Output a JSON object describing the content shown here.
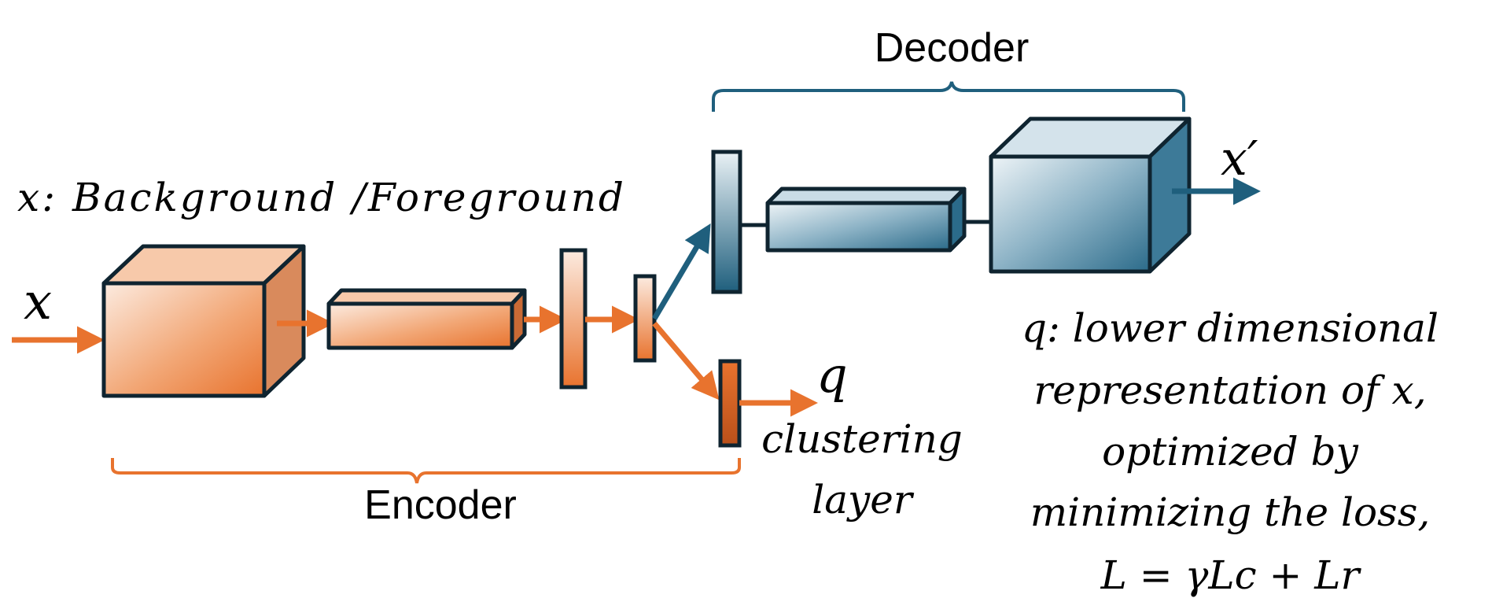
{
  "labels": {
    "decoder": "Decoder",
    "encoder": "Encoder",
    "input_var": "x",
    "output_var": "x′",
    "q_var": "q",
    "input_desc": "x: Background /Foreground",
    "clustering_line1": "clustering",
    "clustering_line2": "layer",
    "q_desc": {
      "line1": "q: lower dimensional",
      "line2": "representation of x,",
      "line3": "optimized  by",
      "line4": "minimizing the loss,",
      "line5": "L = γLc + Lr"
    }
  },
  "colors": {
    "encoder": "#E8732E",
    "encoder_light": "#FBE4D6",
    "decoder": "#1F5F7D",
    "decoder_light": "#E9F1F5",
    "outline": "#0F2430",
    "text": "#000000"
  }
}
